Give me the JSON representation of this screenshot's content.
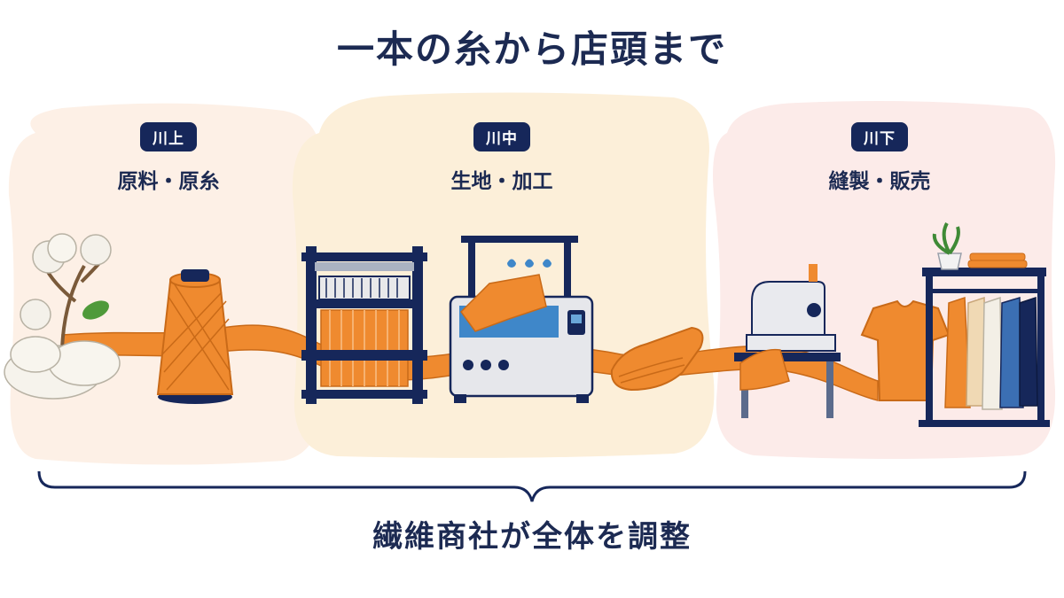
{
  "title": "一本の糸から店頭まで",
  "stages": [
    {
      "badge": "川上",
      "name": "原料・原糸"
    },
    {
      "badge": "川中",
      "name": "生地・加工"
    },
    {
      "badge": "川下",
      "name": "縫製・販売"
    }
  ],
  "footer": "繊維商社が全体を調整",
  "colors": {
    "navy": "#16275a",
    "orange": "#ef8a2f",
    "upstream_bg": "#fdf0e6",
    "midstream_bg": "#fcefd9",
    "downstream_bg": "#fcebe9"
  },
  "icons": [
    "cotton-plant-icon",
    "yarn-cone-icon",
    "loom-icon",
    "dyeing-machine-icon",
    "folded-fabric-icon",
    "sewing-machine-icon",
    "t-shirt-icon",
    "clothing-rack-icon",
    "potted-plant-icon"
  ]
}
